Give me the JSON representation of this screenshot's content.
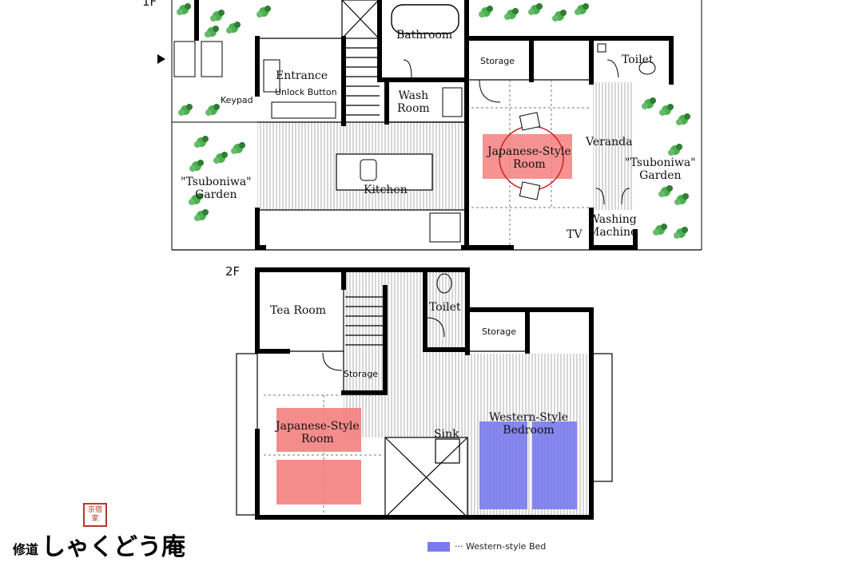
{
  "floors": {
    "first": "1F",
    "second": "2F"
  },
  "rooms_1f": {
    "bathroom": "Bathroom",
    "entrance": "Entrance",
    "unlock_button": "Unlock Button",
    "keypad": "Keypad",
    "wash_room": "Wash\nRoom",
    "storage": "Storage",
    "toilet": "Toilet",
    "japanese_room": "Japanese-Style\nRoom",
    "veranda": "Veranda",
    "garden_left": "\"Tsuboniwa\"\nGarden",
    "garden_right": "\"Tsuboniwa\"\nGarden",
    "kitchen": "Kitchen",
    "tv": "TV",
    "washing_machine": "Washing\nMachine"
  },
  "rooms_2f": {
    "tea_room": "Tea Room",
    "toilet": "Toilet",
    "storage_right": "Storage",
    "storage_left": "Storage",
    "japanese_room": "Japanese-Style\nRoom",
    "sink": "Sink",
    "western_bedroom": "Western-Style\nBedroom"
  },
  "legend": {
    "western_bed": "··· Western-style Bed"
  },
  "brand": {
    "small": "修道",
    "name": "しゃくどう庵",
    "stamp": "京宿家"
  },
  "colors": {
    "wall": "#000000",
    "tatami_mat": "#f47f7f",
    "bed": "#7a7aee",
    "plant": "#4caf50",
    "stamp": "#b33a2a"
  }
}
